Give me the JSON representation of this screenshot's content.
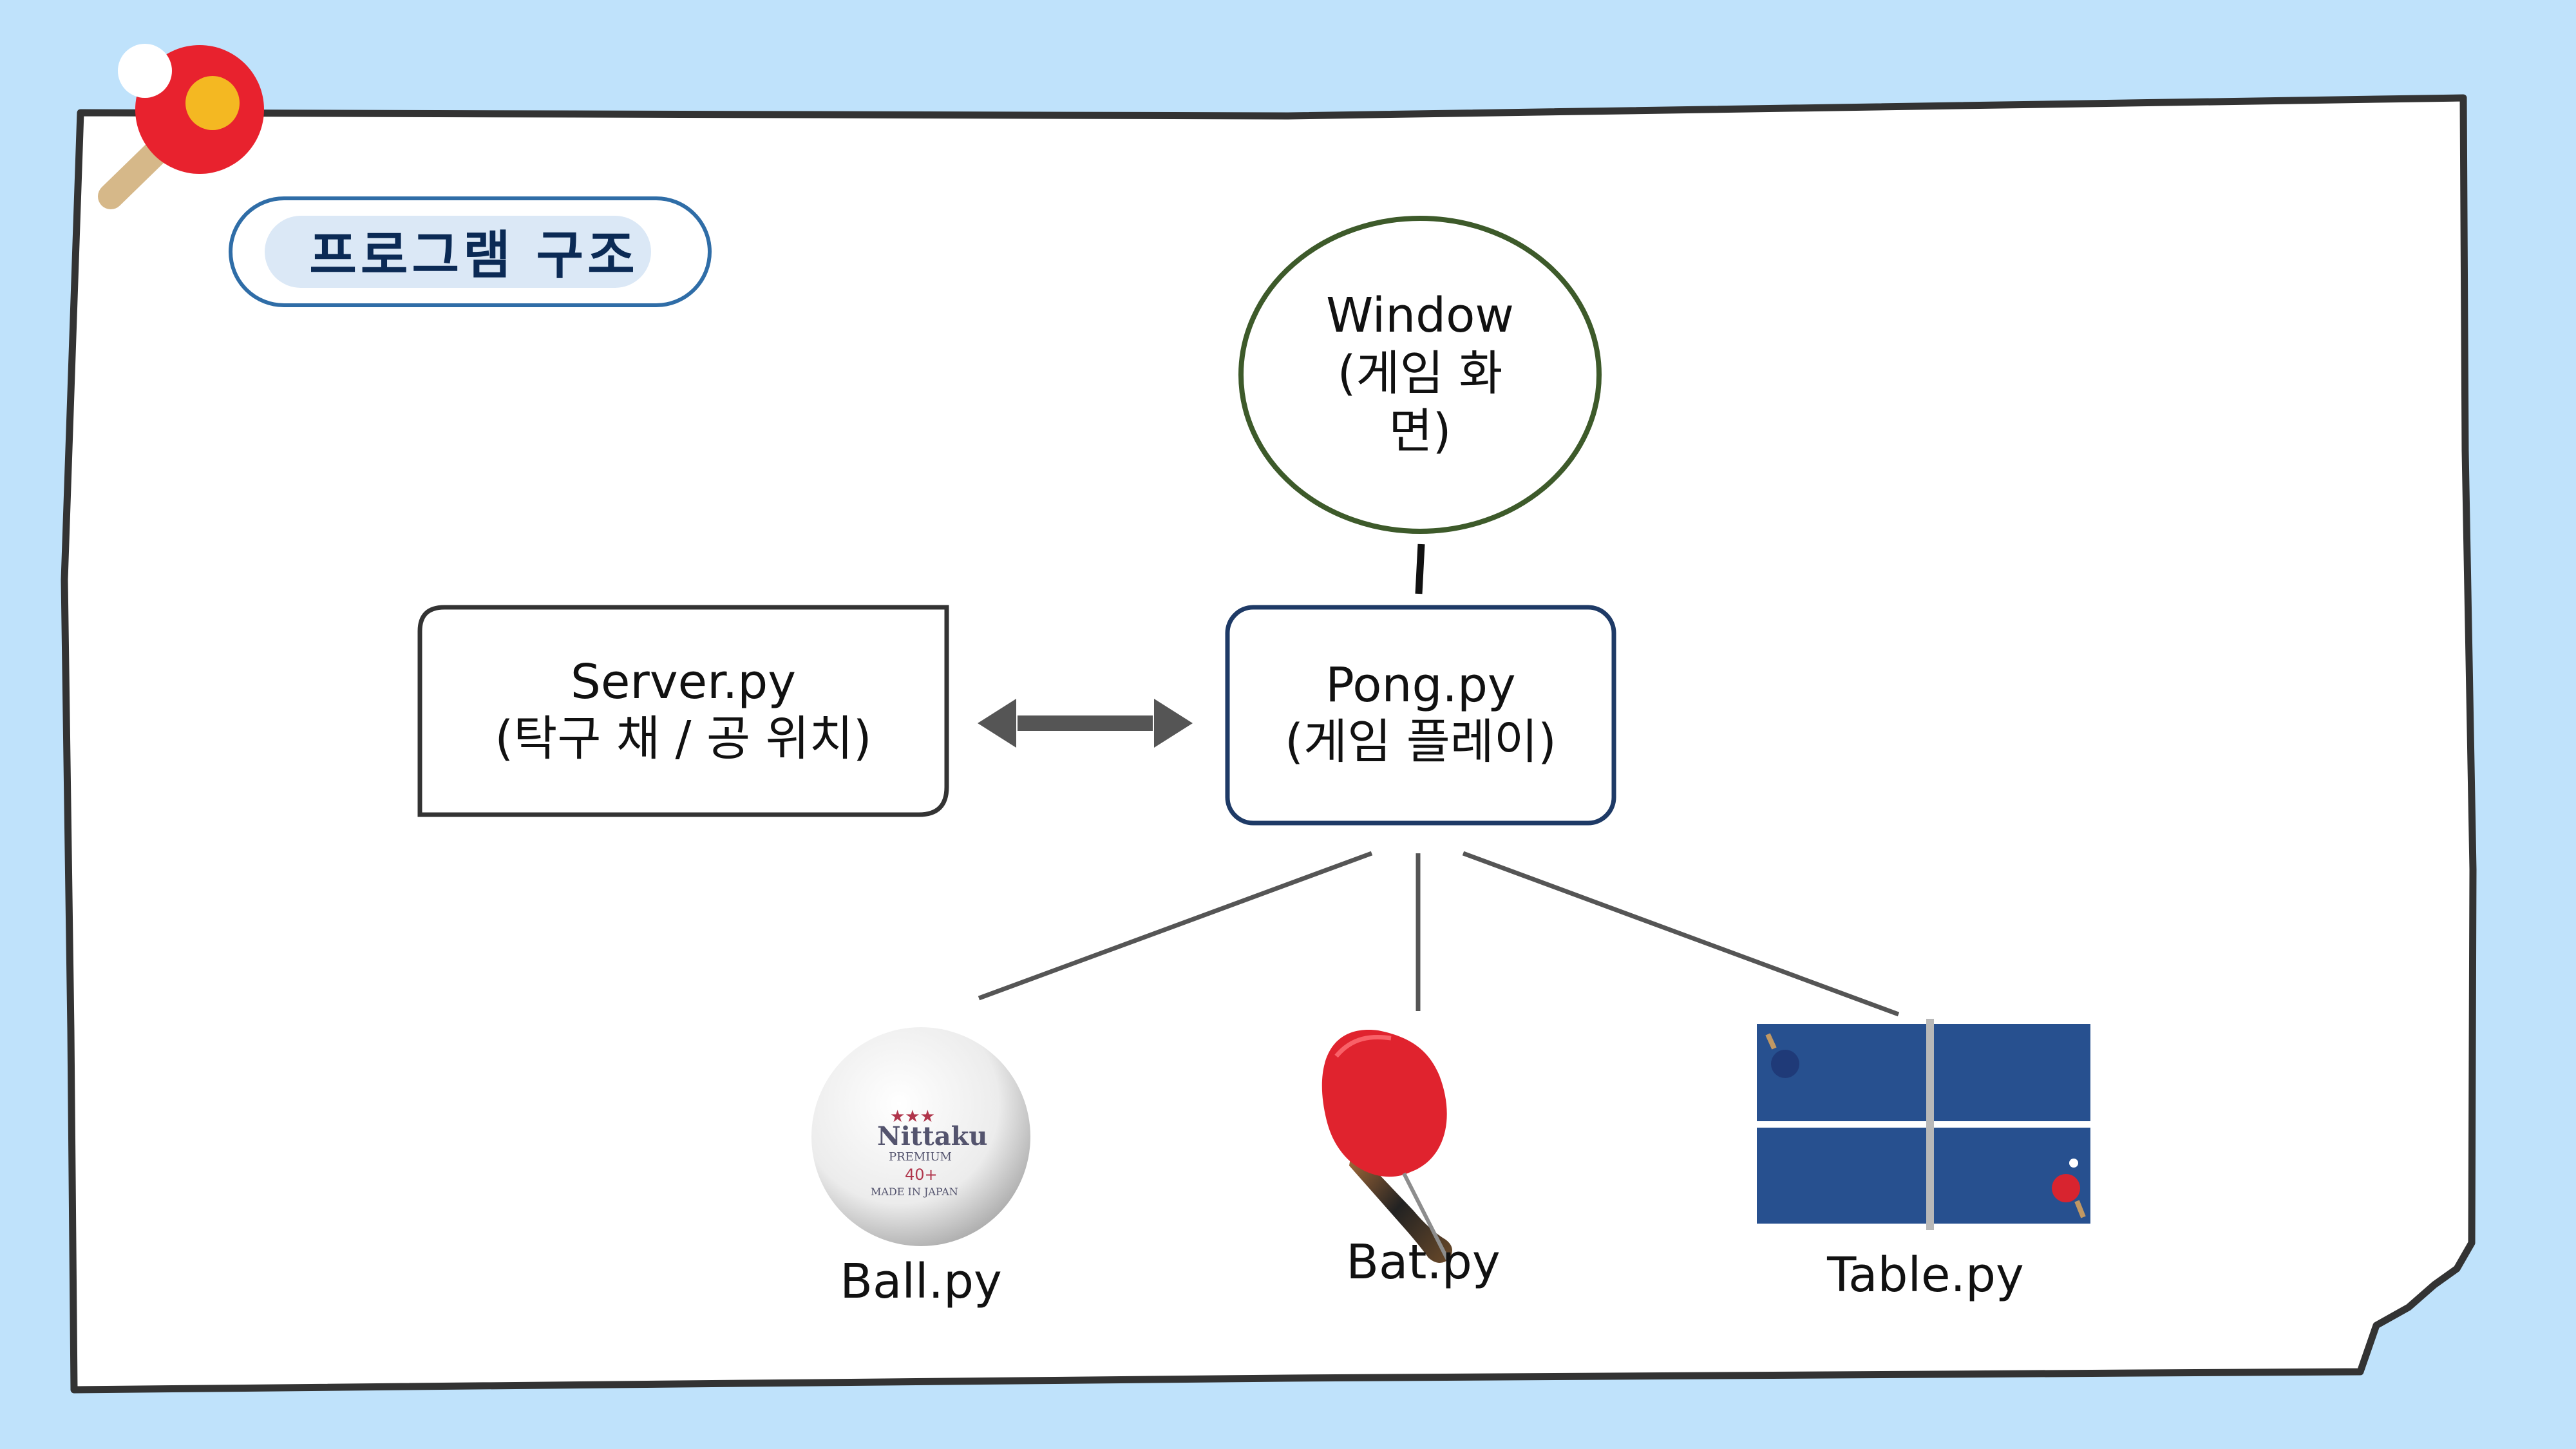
{
  "title": "프로그램 구조",
  "nodes": {
    "window": "Window\n(게임 화\n면)",
    "pong": "Pong.py\n(게임 플레이)",
    "server": "Server.py\n(탁구 채 / 공 위치)",
    "ball": "Ball.py",
    "bat": "Bat.py",
    "table": "Table.py"
  },
  "ball_print": {
    "brand": "Nittaku",
    "grade": "PREMIUM",
    "size": "40+",
    "origin": "MADE IN JAPAN"
  },
  "colors": {
    "background": "#bfe2fb",
    "card": "#ffffff",
    "card_border": "#333333",
    "window_circle": "#3d5a2a",
    "pong_border": "#1e3a66",
    "server_border": "#333333",
    "connector": "#555555",
    "table_blue": "#27508f",
    "paddle_red": "#e0232e",
    "title_text": "#0b2a55",
    "pill_border": "#2f6da7"
  }
}
